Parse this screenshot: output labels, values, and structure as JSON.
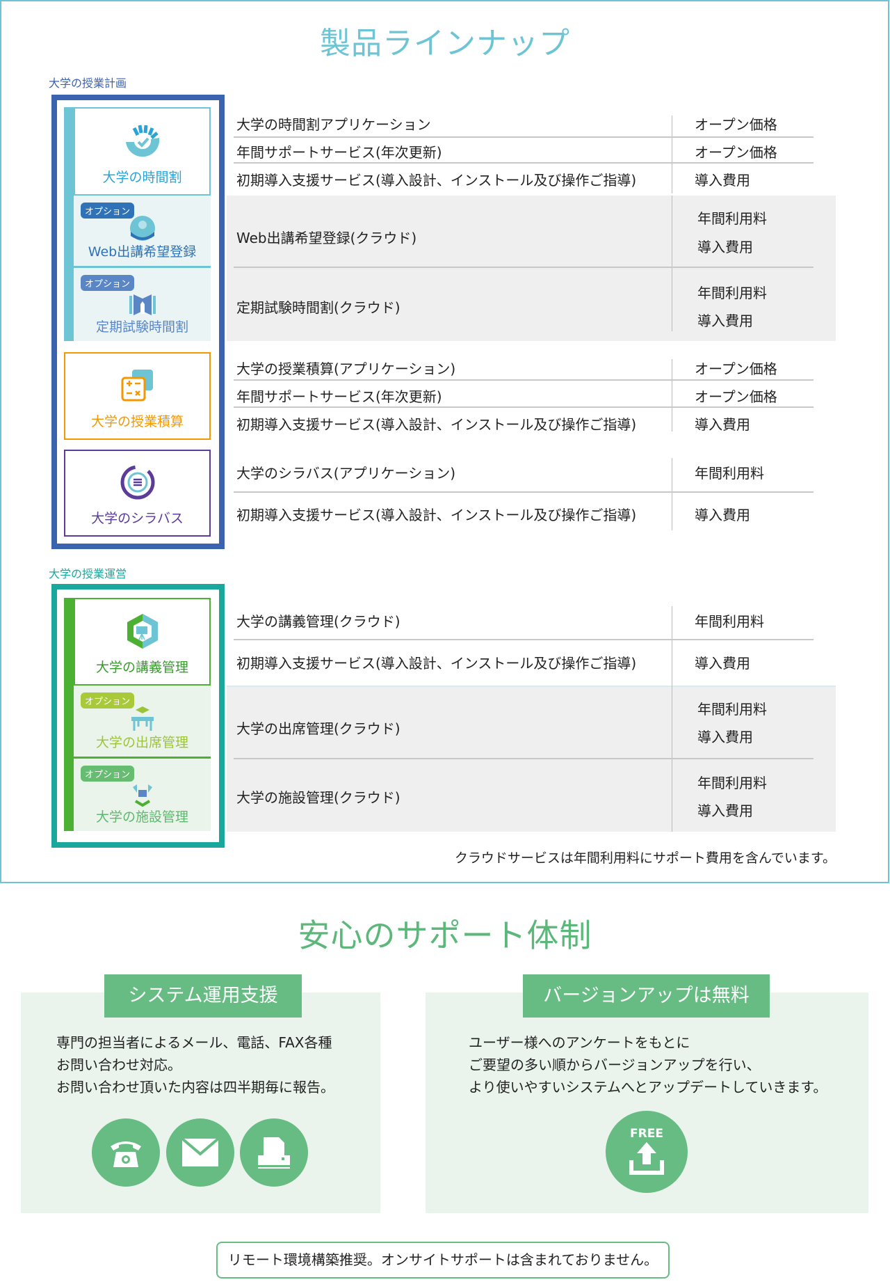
{
  "lineup": {
    "title": "製品ラインナップ",
    "group1_label": "大学の授業計画",
    "group2_label": "大学の授業運営",
    "option_badge": "オプション",
    "cards": {
      "timetable": "大学の時間割",
      "web": "Web出講希望登録",
      "exam": "定期試験時間割",
      "estimate": "大学の授業積算",
      "syllabus": "大学のシラバス",
      "lecture": "大学の講義管理",
      "attendance": "大学の出席管理",
      "facility": "大学の施設管理"
    },
    "rows": [
      {
        "name": "大学の時間割アプリケーション",
        "price": "オープン価格"
      },
      {
        "name": "年間サポートサービス(年次更新)",
        "price": "オープン価格"
      },
      {
        "name": "初期導入支援サービス(導入設計、インストール及び操作ご指導)",
        "price": "導入費用"
      },
      {
        "name": "Web出講希望登録(クラウド)",
        "price": "年間利用料",
        "price2": "導入費用"
      },
      {
        "name": "定期試験時間割(クラウド)",
        "price": "年間利用料",
        "price2": "導入費用"
      },
      {
        "name": "大学の授業積算(アプリケーション)",
        "price": "オープン価格"
      },
      {
        "name": "年間サポートサービス(年次更新)",
        "price": "オープン価格"
      },
      {
        "name": "初期導入支援サービス(導入設計、インストール及び操作ご指導)",
        "price": "導入費用"
      },
      {
        "name": "大学のシラバス(アプリケーション)",
        "price": "年間利用料"
      },
      {
        "name": "初期導入支援サービス(導入設計、インストール及び操作ご指導)",
        "price": "導入費用"
      },
      {
        "name": "大学の講義管理(クラウド)",
        "price": "年間利用料"
      },
      {
        "name": "初期導入支援サービス(導入設計、インストール及び操作ご指導)",
        "price": "導入費用"
      },
      {
        "name": "大学の出席管理(クラウド)",
        "price": "年間利用料",
        "price2": "導入費用"
      },
      {
        "name": "大学の施設管理(クラウド)",
        "price": "年間利用料",
        "price2": "導入費用"
      }
    ],
    "note": "クラウドサービスは年間利用料にサポート費用を含んでいます。"
  },
  "support": {
    "title": "安心のサポート体制",
    "left": {
      "heading": "システム運用支援",
      "lines": [
        "専門の担当者によるメール、電話、FAX各種",
        "お問い合わせ対応。",
        "お問い合わせ頂いた内容は四半期毎に報告。"
      ]
    },
    "right": {
      "heading": "バージョンアップは無料",
      "lines": [
        "ユーザー様へのアンケートをもとに",
        "ご要望の多い順からバージョンアップを行い、",
        "より使いやすいシステムへとアップデートしていきます。"
      ],
      "free_label": "FREE"
    },
    "footer_note": "リモート環境構築推奨。オンサイトサポートは含まれておりません。"
  },
  "colors": {
    "teal": "#6cc4d4",
    "blue": "#3b63b0",
    "orange": "#f39800",
    "purple": "#5b3c98",
    "green": "#4cb133",
    "teal2": "#1aa89c",
    "support_green": "#66bc82"
  }
}
